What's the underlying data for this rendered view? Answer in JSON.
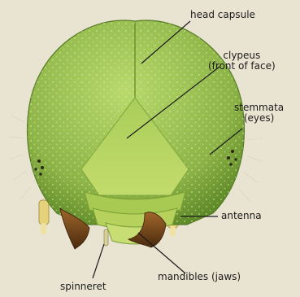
{
  "labels": {
    "head_capsule": "head capsule",
    "clypeus_1": "clypeus",
    "clypeus_2": "(front of face)",
    "stemmata_1": "stemmata",
    "stemmata_2": "(eyes)",
    "antenna": "antenna",
    "mandibles": "mandibles (jaws)",
    "spinneret": "spinneret"
  },
  "colors": {
    "background": "#e9e3d2",
    "head_light": "#a8cc5c",
    "head_dark": "#6f9a30",
    "clypeus": "#bcd866",
    "mandible": "#7a4a1c",
    "antenna": "#e6d27a",
    "line": "#1c1c1c"
  }
}
